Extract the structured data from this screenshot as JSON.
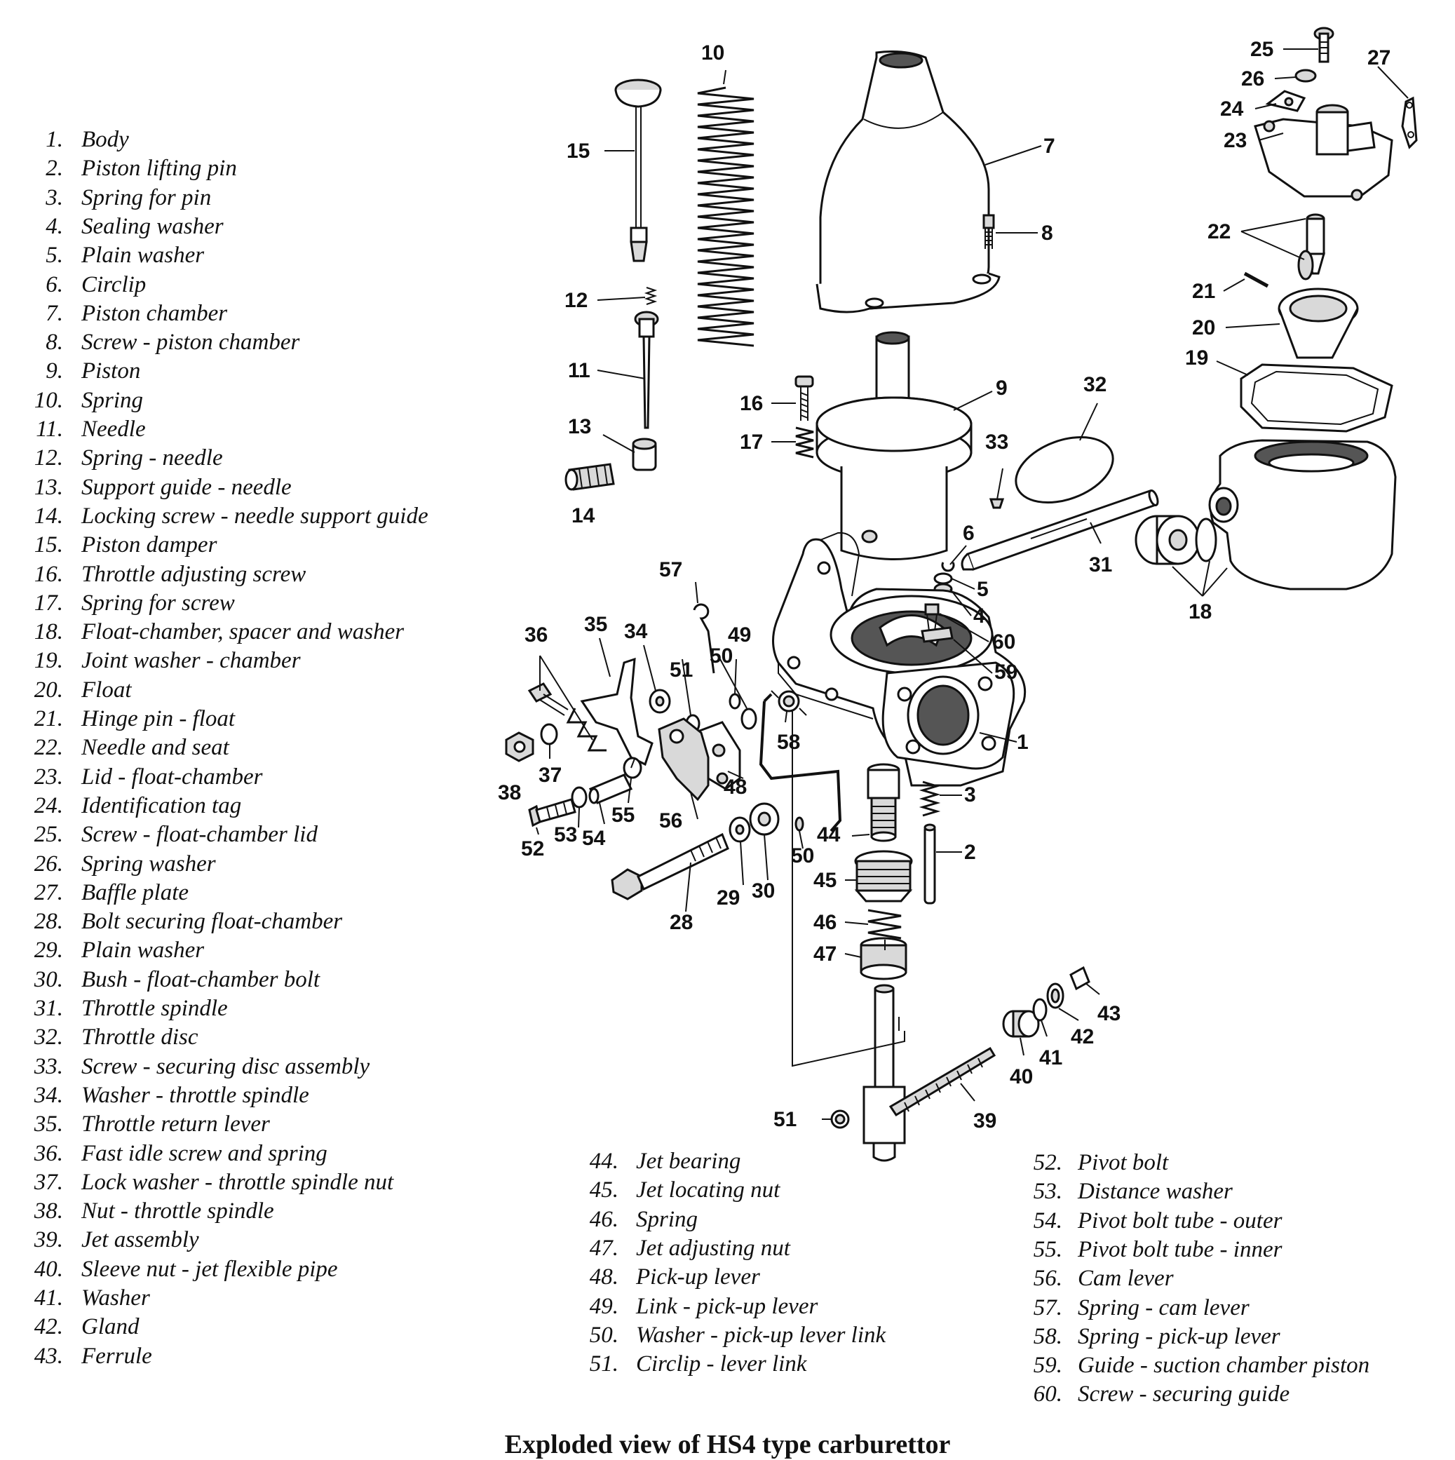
{
  "caption": "Exploded view of HS4 type carburettor",
  "legend": {
    "col1": [
      {
        "n": "1.",
        "t": "Body"
      },
      {
        "n": "2.",
        "t": "Piston lifting pin"
      },
      {
        "n": "3.",
        "t": "Spring for pin"
      },
      {
        "n": "4.",
        "t": "Sealing washer"
      },
      {
        "n": "5.",
        "t": "Plain washer"
      },
      {
        "n": "6.",
        "t": "Circlip"
      },
      {
        "n": "7.",
        "t": "Piston chamber"
      },
      {
        "n": "8.",
        "t": "Screw - piston chamber"
      },
      {
        "n": "9.",
        "t": "Piston"
      },
      {
        "n": "10.",
        "t": "Spring"
      },
      {
        "n": "11.",
        "t": "Needle"
      },
      {
        "n": "12.",
        "t": "Spring - needle"
      },
      {
        "n": "13.",
        "t": "Support guide - needle"
      },
      {
        "n": "14.",
        "t": "Locking screw - needle support guide"
      },
      {
        "n": "15.",
        "t": "Piston damper"
      },
      {
        "n": "16.",
        "t": "Throttle adjusting screw"
      },
      {
        "n": "17.",
        "t": "Spring for screw"
      },
      {
        "n": "18.",
        "t": "Float-chamber, spacer and washer"
      },
      {
        "n": "19.",
        "t": "Joint washer - chamber"
      },
      {
        "n": "20.",
        "t": "Float"
      },
      {
        "n": "21.",
        "t": "Hinge pin - float"
      },
      {
        "n": "22.",
        "t": "Needle and seat"
      },
      {
        "n": "23.",
        "t": "Lid - float-chamber"
      },
      {
        "n": "24.",
        "t": "Identification tag"
      },
      {
        "n": "25.",
        "t": "Screw - float-chamber lid"
      },
      {
        "n": "26.",
        "t": "Spring washer"
      },
      {
        "n": "27.",
        "t": "Baffle plate"
      },
      {
        "n": "28.",
        "t": "Bolt securing float-chamber"
      },
      {
        "n": "29.",
        "t": "Plain washer"
      },
      {
        "n": "30.",
        "t": "Bush - float-chamber bolt"
      },
      {
        "n": "31.",
        "t": "Throttle spindle"
      },
      {
        "n": "32.",
        "t": "Throttle disc"
      },
      {
        "n": "33.",
        "t": "Screw - securing disc assembly"
      },
      {
        "n": "34.",
        "t": "Washer - throttle spindle"
      },
      {
        "n": "35.",
        "t": "Throttle return lever"
      },
      {
        "n": "36.",
        "t": "Fast idle screw and spring"
      },
      {
        "n": "37.",
        "t": "Lock washer - throttle spindle nut"
      },
      {
        "n": "38.",
        "t": "Nut - throttle spindle"
      },
      {
        "n": "39.",
        "t": "Jet assembly"
      },
      {
        "n": "40.",
        "t": "Sleeve nut - jet flexible pipe"
      },
      {
        "n": "41.",
        "t": "Washer"
      },
      {
        "n": "42.",
        "t": "Gland"
      },
      {
        "n": "43.",
        "t": "Ferrule"
      }
    ],
    "col2": [
      {
        "n": "44.",
        "t": "Jet bearing"
      },
      {
        "n": "45.",
        "t": "Jet locating nut"
      },
      {
        "n": "46.",
        "t": "Spring"
      },
      {
        "n": "47.",
        "t": "Jet adjusting nut"
      },
      {
        "n": "48.",
        "t": "Pick-up lever"
      },
      {
        "n": "49.",
        "t": "Link - pick-up lever"
      },
      {
        "n": "50.",
        "t": "Washer - pick-up lever link"
      },
      {
        "n": "51.",
        "t": "Circlip - lever link"
      }
    ],
    "col3": [
      {
        "n": "52.",
        "t": "Pivot bolt"
      },
      {
        "n": "53.",
        "t": "Distance washer"
      },
      {
        "n": "54.",
        "t": "Pivot bolt tube - outer"
      },
      {
        "n": "55.",
        "t": "Pivot bolt tube - inner"
      },
      {
        "n": "56.",
        "t": "Cam lever"
      },
      {
        "n": "57.",
        "t": "Spring - cam lever"
      },
      {
        "n": "58.",
        "t": "Spring - pick-up lever"
      },
      {
        "n": "59.",
        "t": "Guide - suction chamber piston"
      },
      {
        "n": "60.",
        "t": "Screw - securing guide"
      }
    ]
  },
  "callouts": [
    {
      "id": "c1",
      "label": "1"
    },
    {
      "id": "c2",
      "label": "2"
    },
    {
      "id": "c3",
      "label": "3"
    },
    {
      "id": "c4",
      "label": "4"
    },
    {
      "id": "c5",
      "label": "5"
    },
    {
      "id": "c6",
      "label": "6"
    },
    {
      "id": "c7",
      "label": "7"
    },
    {
      "id": "c8",
      "label": "8"
    },
    {
      "id": "c9",
      "label": "9"
    },
    {
      "id": "c10",
      "label": "10"
    },
    {
      "id": "c11",
      "label": "11"
    },
    {
      "id": "c12",
      "label": "12"
    },
    {
      "id": "c13",
      "label": "13"
    },
    {
      "id": "c14",
      "label": "14"
    },
    {
      "id": "c15",
      "label": "15"
    },
    {
      "id": "c16",
      "label": "16"
    },
    {
      "id": "c17",
      "label": "17"
    },
    {
      "id": "c18",
      "label": "18"
    },
    {
      "id": "c19",
      "label": "19"
    },
    {
      "id": "c20",
      "label": "20"
    },
    {
      "id": "c21",
      "label": "21"
    },
    {
      "id": "c22",
      "label": "22"
    },
    {
      "id": "c23",
      "label": "23"
    },
    {
      "id": "c24",
      "label": "24"
    },
    {
      "id": "c25",
      "label": "25"
    },
    {
      "id": "c26",
      "label": "26"
    },
    {
      "id": "c27",
      "label": "27"
    },
    {
      "id": "c28",
      "label": "28"
    },
    {
      "id": "c29",
      "label": "29"
    },
    {
      "id": "c30",
      "label": "30"
    },
    {
      "id": "c31",
      "label": "31"
    },
    {
      "id": "c32",
      "label": "32"
    },
    {
      "id": "c33",
      "label": "33"
    },
    {
      "id": "c34",
      "label": "34"
    },
    {
      "id": "c35",
      "label": "35"
    },
    {
      "id": "c36",
      "label": "36"
    },
    {
      "id": "c37",
      "label": "37"
    },
    {
      "id": "c38",
      "label": "38"
    },
    {
      "id": "c39",
      "label": "39"
    },
    {
      "id": "c40",
      "label": "40"
    },
    {
      "id": "c41",
      "label": "41"
    },
    {
      "id": "c42",
      "label": "42"
    },
    {
      "id": "c43",
      "label": "43"
    },
    {
      "id": "c44",
      "label": "44"
    },
    {
      "id": "c45",
      "label": "45"
    },
    {
      "id": "c46",
      "label": "46"
    },
    {
      "id": "c47",
      "label": "47"
    },
    {
      "id": "c48",
      "label": "48"
    },
    {
      "id": "c49",
      "label": "49"
    },
    {
      "id": "c50a",
      "label": "50"
    },
    {
      "id": "c50b",
      "label": "50"
    },
    {
      "id": "c51a",
      "label": "51"
    },
    {
      "id": "c51b",
      "label": "51"
    },
    {
      "id": "c52",
      "label": "52"
    },
    {
      "id": "c53",
      "label": "53"
    },
    {
      "id": "c54",
      "label": "54"
    },
    {
      "id": "c55",
      "label": "55"
    },
    {
      "id": "c56",
      "label": "56"
    },
    {
      "id": "c57",
      "label": "57"
    },
    {
      "id": "c58",
      "label": "58"
    },
    {
      "id": "c59",
      "label": "59"
    },
    {
      "id": "c60",
      "label": "60"
    }
  ]
}
